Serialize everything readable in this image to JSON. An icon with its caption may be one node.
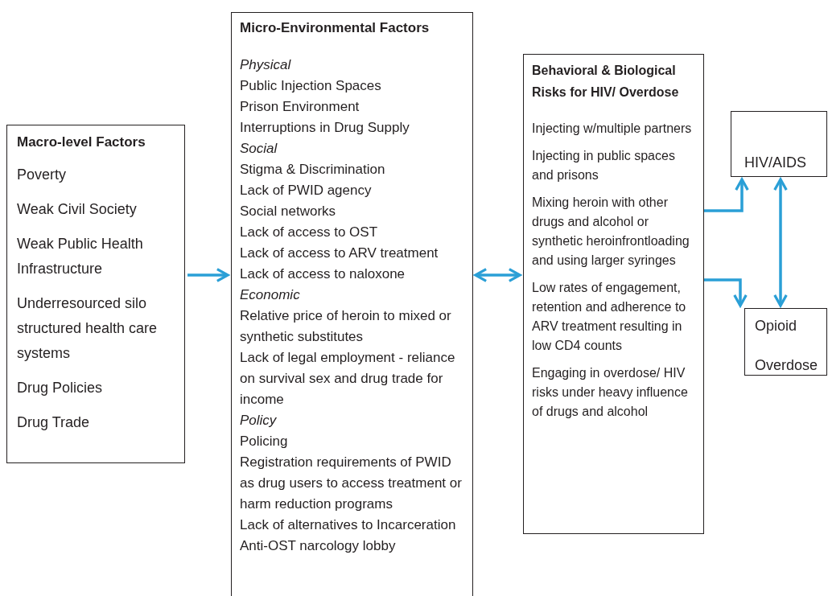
{
  "diagram": {
    "nodes": [
      {
        "text": [
          "Macro-level Factors",
          "Poverty",
          "Weak Civil Society",
          "Weak Public Health Infrastructure",
          "Underresourced silo structured health care systems",
          "Drug Policies",
          "Drug Trade"
        ]
      },
      {
        "text": [
          "Micro-Environmental Factors",
          "Physical",
          "Public Injection Spaces",
          "Prison Environment",
          "Interruptions in Drug Supply",
          "Social",
          "Stigma & Discrimination",
          "Lack of PWID agency",
          "Social networks",
          "Lack of access to OST",
          "Lack of access to ARV treatment",
          "Lack of access to naloxone",
          "Economic",
          "Relative price of heroin to mixed or synthetic substitutes",
          "Lack of legal employment - reliance on survival sex and drug trade for income",
          "Policy",
          "Policing",
          "Registration requirements of PWID as drug users to access treatment or harm reduction programs",
          "Lack of alternatives to Incarceration",
          "Anti-OST narcology lobby"
        ]
      },
      {
        "text": [
          "Behavioral & Biological Risks for HIV/ Overdose",
          "Injecting w/multiple partners",
          "Injecting in public spaces and prisons",
          "Mixing heroin with other drugs and alcohol or synthetic heroinfrontloading and using larger syringes",
          "Low rates of engagement, retention and adherence to ARV treatment resulting in low CD4 counts",
          "Engaging in overdose/ HIV risks under heavy influence of drugs and alcohol"
        ]
      },
      {
        "text": [
          "HIV/AIDS"
        ]
      },
      {
        "text": [
          "Opioid",
          "Overdose"
        ]
      }
    ],
    "edges": [
      {
        "from": 0,
        "to": 1,
        "arrow": "to"
      },
      {
        "from": 1,
        "to": 2,
        "arrow": "both"
      },
      {
        "from": 2,
        "to": 3,
        "arrow": "to"
      },
      {
        "from": 2,
        "to": 4,
        "arrow": "to"
      },
      {
        "from": 3,
        "to": 4,
        "arrow": "both"
      }
    ]
  }
}
